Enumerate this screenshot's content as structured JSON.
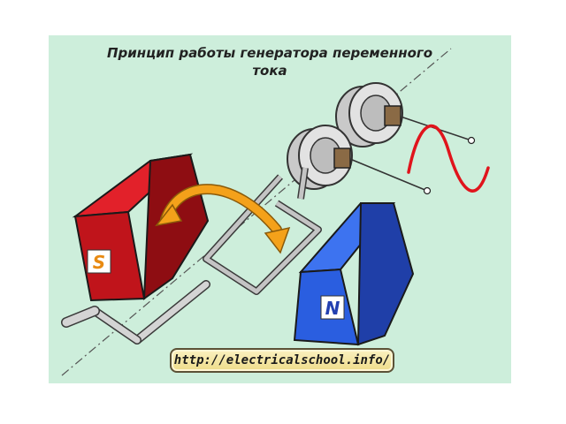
{
  "title": {
    "line1": "Принцип работы генератора переменного",
    "line2": "тока"
  },
  "magnets": {
    "south_label": "S",
    "north_label": "N",
    "south_color": "#c0141b",
    "north_color": "#2a5ee0"
  },
  "source_url": "http://electricalschool.info/",
  "icons": [
    "rotation-arrow-icon",
    "sine-wave-icon",
    "crank-handle-icon"
  ],
  "colors": {
    "background": "#cdeedb",
    "wave": "#e0141c",
    "arrow": "#f4a11a",
    "wire": "#b9b9b9"
  }
}
